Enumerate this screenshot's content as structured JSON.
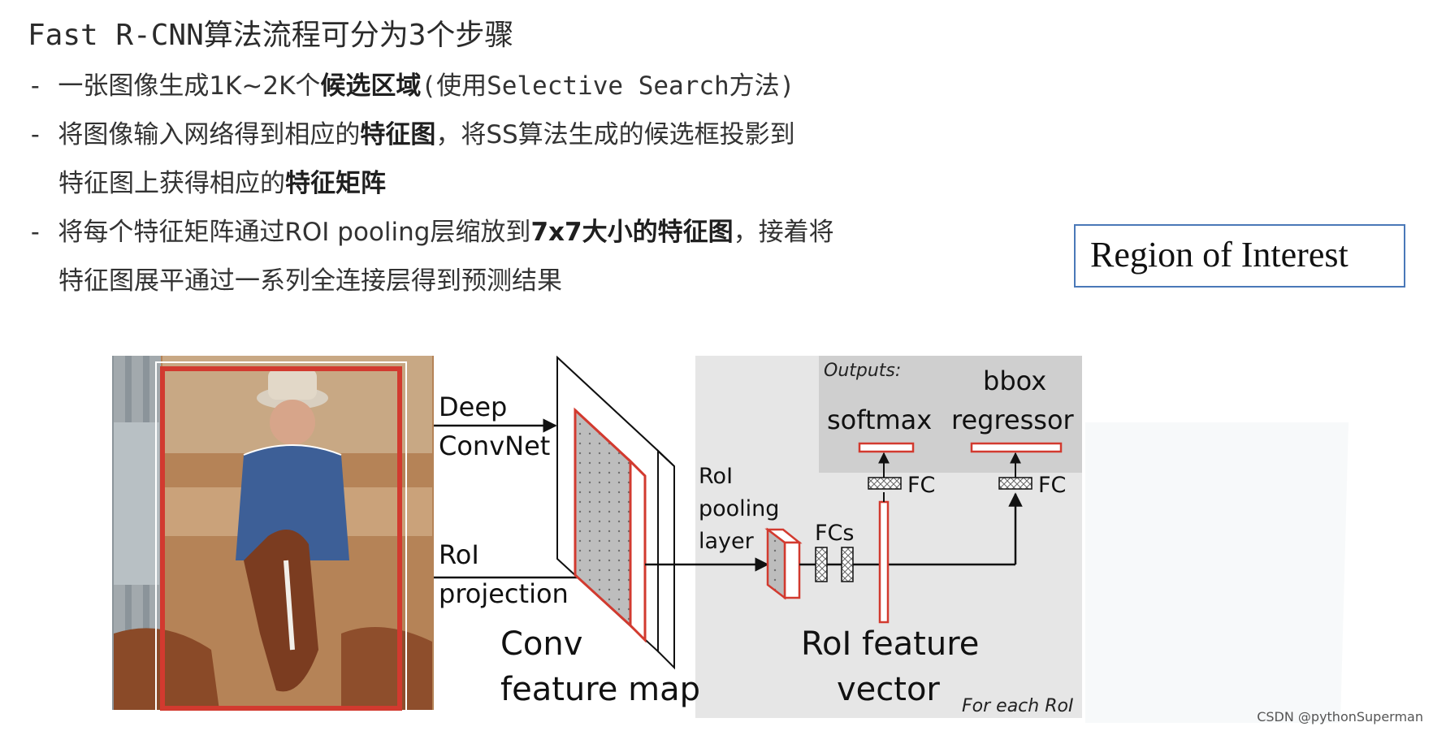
{
  "title": "Fast R-CNN算法流程可分为3个步骤",
  "bullets": [
    {
      "prefix": "- ",
      "parts": [
        "一张图像生成1K~2K个",
        "候选区域",
        "(使用Selective Search方法)"
      ]
    },
    {
      "prefix": "- ",
      "parts": [
        "将图像输入网络得到相应的",
        "特征图",
        "，将SS算法生成的候选框投影到"
      ]
    },
    {
      "parts": [
        "特征图上获得相应的",
        "特征矩阵"
      ]
    },
    {
      "prefix": "- ",
      "parts": [
        "将每个特征矩阵通过ROI pooling层缩放到",
        "7x7大小的特征图",
        "，接着将"
      ]
    },
    {
      "parts": [
        "特征图展平通过一系列全连接层得到预测结果"
      ]
    }
  ],
  "roi_box": "Region of Interest",
  "diagram": {
    "deep_convnet": [
      "Deep",
      "ConvNet"
    ],
    "roi_projection": [
      "RoI",
      "projection"
    ],
    "conv_feature_map": [
      "Conv",
      "feature map"
    ],
    "roi_pooling_layer": [
      "RoI",
      "pooling",
      "layer"
    ],
    "fcs": "FCs",
    "outputs": "Outputs:",
    "softmax": "softmax",
    "bbox_regressor": [
      "bbox",
      "regressor"
    ],
    "fc_left": "FC",
    "fc_right": "FC",
    "roi_feature_vector": [
      "RoI feature",
      "vector"
    ],
    "for_each_roi": "For each RoI"
  },
  "colors": {
    "red": "#d23a2f",
    "panel_gray": "#e6e6e6",
    "outputs_gray": "#cfcfcf",
    "frame_blue": "#4a78b8"
  },
  "watermark": "CSDN @pythonSuperman"
}
